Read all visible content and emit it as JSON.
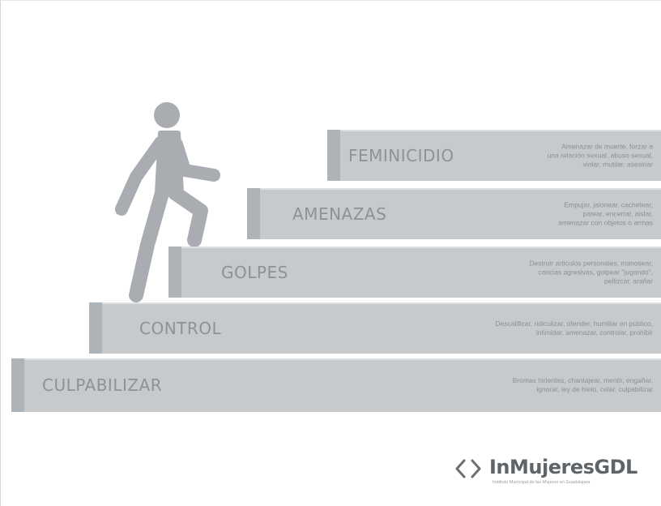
{
  "steps": [
    {
      "label": "FEMINICIDIO",
      "description": "Amenazar de muerte, forzar a\nuna relación sexual, abuso sexual,\nviolar, mutilar, asesinar"
    },
    {
      "label": "AMENAZAS",
      "description": "Empujar, jalonear, cachetear,\npatear, encerrar, aislar,\namenazar con objetos o armas"
    },
    {
      "label": "GOLPES",
      "description": "Destruir artículos personales, manosear,\ncaricias agresivas, golpear \"jugando\",\npellizcar, arañar"
    },
    {
      "label": "CONTROL",
      "description": "Descalificar, ridiculizar, ofender, humillar en público,\nintimidar, amenazar, controlar, prohibir"
    },
    {
      "label": "CULPABILIZAR",
      "description": "Bromas hirientes, chantajear, mentir, engañar,\nignorar, ley de hielo, celar, culpabilizar"
    }
  ],
  "logo": {
    "brand": "InMujeresGDL",
    "subtitle": "Instituto Municipal de las Mujeres en Guadalajara",
    "icon": "angle-brackets-icon"
  },
  "colors": {
    "step_fill": "#c6cacd",
    "step_side": "#aeb3b7",
    "text": "#8d9296",
    "figure": "#a9adb1"
  }
}
